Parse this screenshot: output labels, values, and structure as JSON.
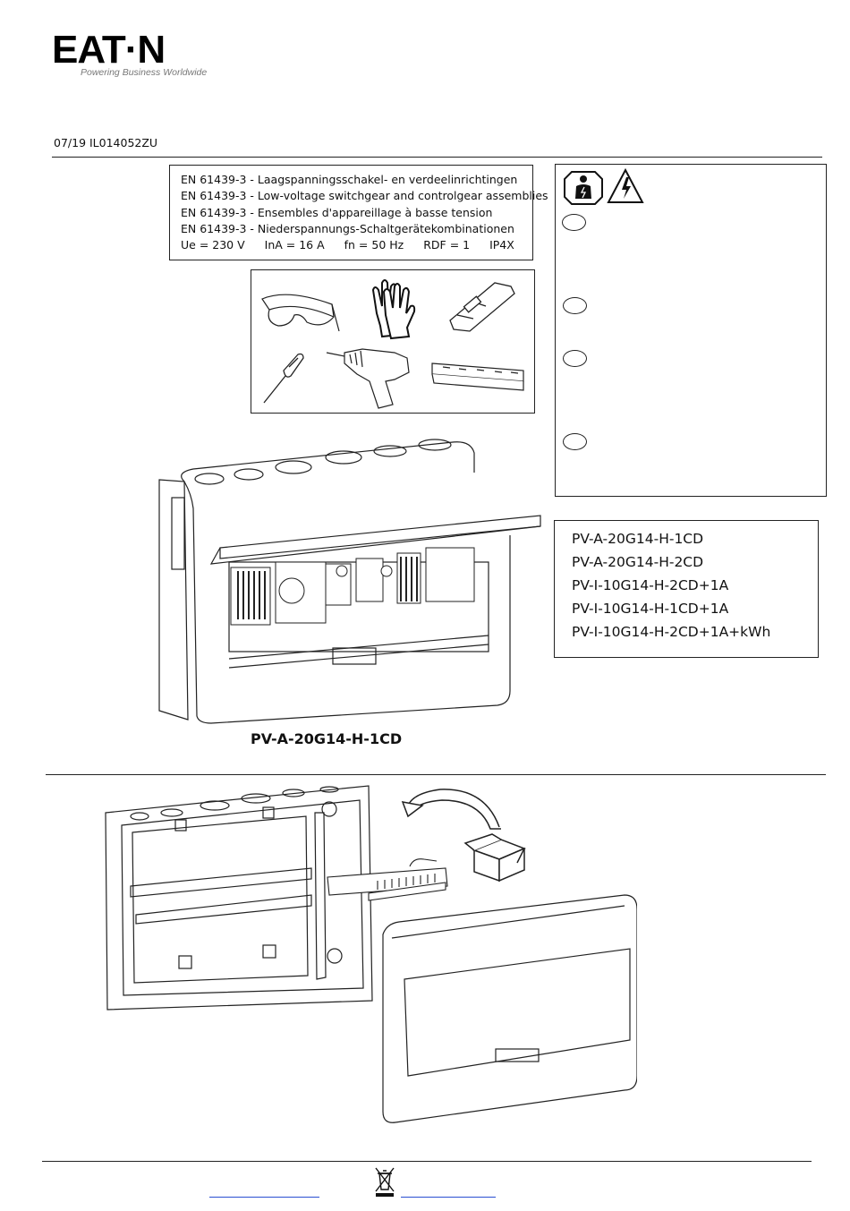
{
  "header": {
    "brand": "EAT·N",
    "tagline": "Powering Business Worldwide",
    "doc_code": "07/19 IL014052ZU"
  },
  "standards": {
    "lines": [
      "EN 61439-3 - Laagspanningsschakel- en verdeelinrichtingen",
      "EN 61439-3 - Low-voltage switchgear and controlgear assemblies",
      "EN 61439-3 - Ensembles d'appareillage à basse tension",
      "EN 61439-3 - Niederspannungs-Schaltgerätekombinationen"
    ],
    "ratings": [
      "Ue = 230 V",
      "InA = 16 A",
      "fn = 50 Hz",
      "RDF = 1",
      "IP4X"
    ]
  },
  "tools": [
    "safety-glasses-icon",
    "safety-gloves-icon",
    "utility-knife-icon",
    "screwdriver-icon",
    "power-drill-icon",
    "din-rail-icon"
  ],
  "models": [
    "PV-A-20G14-H-1CD",
    "PV-A-20G14-H-2CD",
    "PV-I-10G14-H-2CD+1A",
    "PV-I-10G14-H-1CD+1A",
    "PV-I-10G14-H-2CD+1A+kWh"
  ],
  "caption": "PV-A-20G14-H-1CD"
}
